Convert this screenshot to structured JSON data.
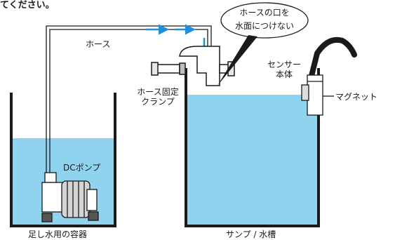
{
  "diagram": {
    "top_text_fragment": "てください。",
    "labels": {
      "hose": "ホース",
      "callout": "ホースの口を\n水面につけない",
      "sensor": "センサー\n本体",
      "magnet": "マグネット",
      "clamp": "ホース固定\nクランプ",
      "dc_pump": "DCポンプ",
      "left_container": "足し水用の容器",
      "right_container": "サンプ / 水槽"
    },
    "colors": {
      "water": "#8fd3ef",
      "flow_arrow": "#1f8fd8",
      "outline": "#1a1a1a"
    }
  }
}
